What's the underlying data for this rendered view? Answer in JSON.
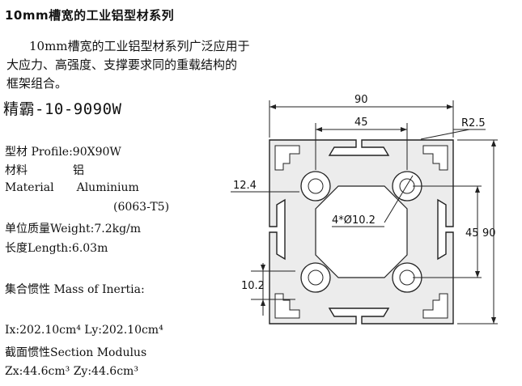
{
  "page_title": "10mm槽宽的工业铝型材系列",
  "intro": {
    "line1": "10mm槽宽的工业铝型材系列广泛应用于",
    "line2": "大应力、高强度、支撑要求同的重载结构的",
    "line3": "框架组合。"
  },
  "model_name": "精霸-10-9090W",
  "specs": {
    "profile": "型材 Profile:90X90W",
    "material_cn_label": "材料",
    "material_cn_value": "铝",
    "material_en_label": "Material",
    "material_en_value": "Aluminium",
    "alloy": "(6063-T5)",
    "unit_weight": "单位质量Weight:7.2kg/m",
    "length": "长度Length:6.03m",
    "inertia_title": "集合惯性 Mass of Inertia:",
    "inertia_values": "Ix:202.10cm⁴ Ly:202.10cm⁴",
    "section_title": "截面惯性Section Modulus",
    "section_values": "Zx:44.6cm³ Zy:44.6cm³"
  },
  "drawing_labels": {
    "width_total": "90",
    "width_slot": "45",
    "radius": "R2.5",
    "slot_width": "12.4",
    "holes": "4*Ø10.2",
    "height_slot": "45",
    "height_total": "90",
    "slot_depth": "10.2"
  },
  "colors": {
    "profile_fill": "#ececec",
    "line": "#222222"
  }
}
